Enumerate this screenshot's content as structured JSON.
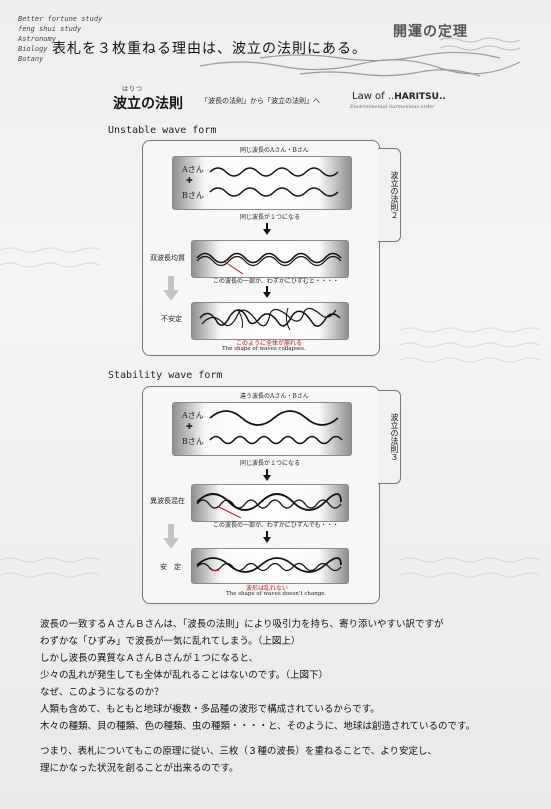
{
  "side_list": [
    "Better fortune study",
    "feng shui study",
    "Astronomy",
    "Biology",
    "Botany"
  ],
  "headline": "表札を３枚重ねる理由は、波立の法則にある。",
  "brand": "開運の定理",
  "section": {
    "title": "波立の法則",
    "ruby": "はりつ",
    "subtitle": "「波長の法則」から「波立の法則」へ",
    "law_of_prefix": "Law of ..",
    "law_of_bold": "HARITSU..",
    "law_sub": "Environmental harmonious order"
  },
  "unstable": {
    "label": "Unstable wave form",
    "tab": "波立の法則２",
    "top_caption": "同じ波長のAさん・Bさん",
    "a_label": "Aさん",
    "plus": "✚",
    "b_label": "Bさん",
    "merge_caption": "同じ波長が１つになる",
    "left_label_1": "双波長均質",
    "note": "この波長の一部が、わずかにひずむと・・・・",
    "left_label_2": "不安定",
    "result_jp": "このように全体が崩れる",
    "result_en": "The shape of waves collapses."
  },
  "stable": {
    "label": "Stability wave form",
    "tab": "波立の法則３",
    "top_caption": "違う波長のAさん・Bさん",
    "a_label": "Aさん",
    "plus": "✚",
    "b_label": "Bさん",
    "merge_caption": "同じ波長が１つになる",
    "left_label_1": "異波長混在",
    "note": "この波長の一部が、わずかにひずんでも・・・",
    "left_label_2": "安　定",
    "result_jp": "波形は乱れない",
    "result_en": "The shape of waves doesn't change."
  },
  "body": [
    "波長の一致するＡさんＢさんは、「波長の法則」により吸引力を持ち、寄り添いやすい訳ですが",
    "わずかな「ひずみ」で波長が一気に乱れてしまう。（上図上）",
    "しかし波長の異質なＡさんＢさんが１つになると、",
    "少々の乱れが発生しても全体が乱れることはないのです。（上図下）",
    "なぜ、このようになるのか？",
    "人類も含めて、もともと地球が複数・多品種の波形で構成されているからです。",
    "木々の種類、貝の種類、色の種類、虫の種類・・・・と、そのように、地球は創造されているのです。",
    "",
    "つまり、表札についてもこの原理に従い、三枚（３種の波長）を重ねることで、より安定し、",
    "理にかなった状況を創ることが出来るのです。"
  ],
  "colors": {
    "accent_red": "#c0141b",
    "panel_border": "#777777"
  }
}
